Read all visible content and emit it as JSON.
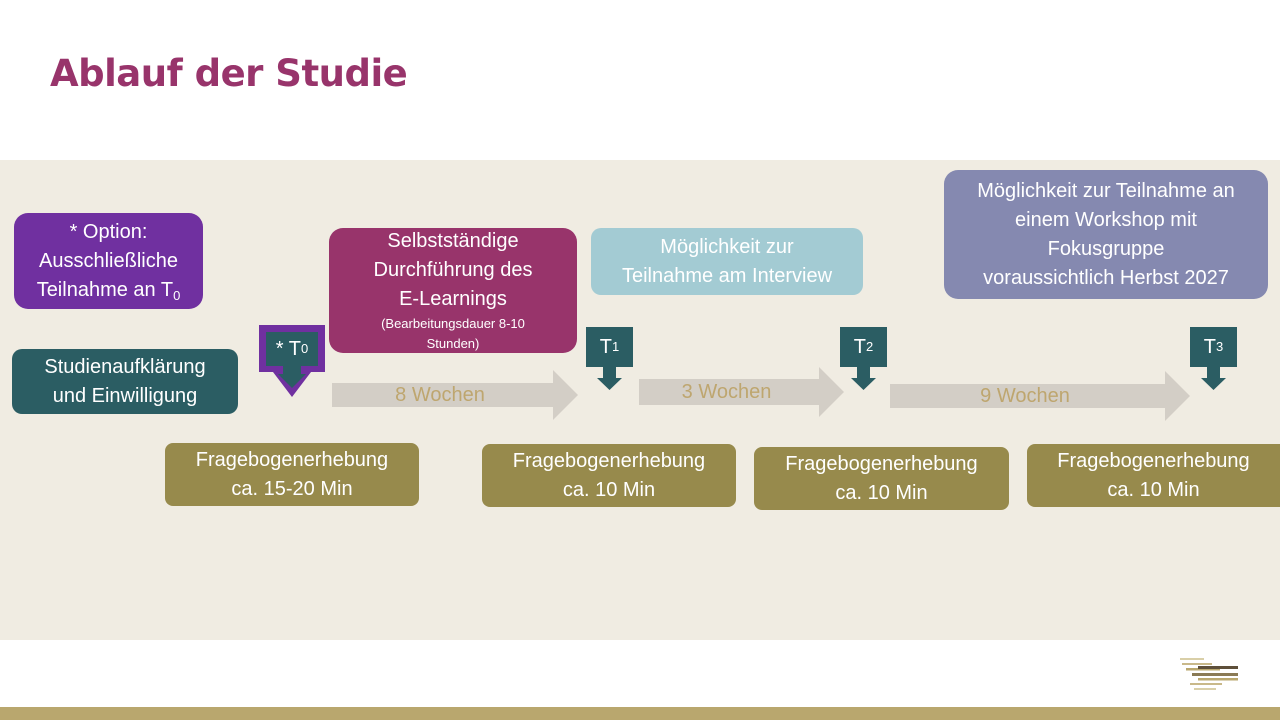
{
  "title": "Ablauf der Studie",
  "boxes": {
    "option": {
      "line1": "* Option:",
      "line2": "Ausschließliche",
      "line3": "Teilnahme an T",
      "sub": "0"
    },
    "aufklaerung": {
      "line1": "Studienaufklärung",
      "line2": "und Einwilligung"
    },
    "elearning": {
      "line1": "Selbstständige",
      "line2": "Durchführung des",
      "line3": "E-Learnings",
      "note1": "(Bearbeitungsdauer 8-10",
      "note2": "Stunden)"
    },
    "interview": {
      "line1": "Möglichkeit zur",
      "line2": "Teilnahme am Interview"
    },
    "workshop": {
      "line1": "Möglichkeit zur Teilnahme an",
      "line2": "einem Workshop mit",
      "line3": "Fokusgruppe",
      "line4": "voraussichtlich Herbst 2027"
    }
  },
  "markers": [
    {
      "label": "* T",
      "sub": "0"
    },
    {
      "label": "T",
      "sub": "1"
    },
    {
      "label": "T",
      "sub": "2"
    },
    {
      "label": "T",
      "sub": "3"
    }
  ],
  "arrows": [
    "8 Wochen",
    "3 Wochen",
    "9 Wochen"
  ],
  "surveys": [
    {
      "line1": "Fragebogenerhebung",
      "line2": "ca. 15-20 Min"
    },
    {
      "line1": "Fragebogenerhebung",
      "line2": "ca. 10 Min"
    },
    {
      "line1": "Fragebogenerhebung",
      "line2": "ca. 10 Min"
    },
    {
      "line1": "Fragebogenerhebung",
      "line2": "ca. 10 Min"
    }
  ],
  "colors": {
    "title": "#98346b",
    "purple": "#7030a0",
    "magenta": "#98346b",
    "teal": "#2b5d63",
    "light_blue": "#a3cbd3",
    "slate": "#8589b0",
    "olive": "#978a4c",
    "arrow": "#d3cec6",
    "arrow_text": "#bea66f",
    "band": "#f0ece2",
    "footer": "#b9a76e"
  }
}
